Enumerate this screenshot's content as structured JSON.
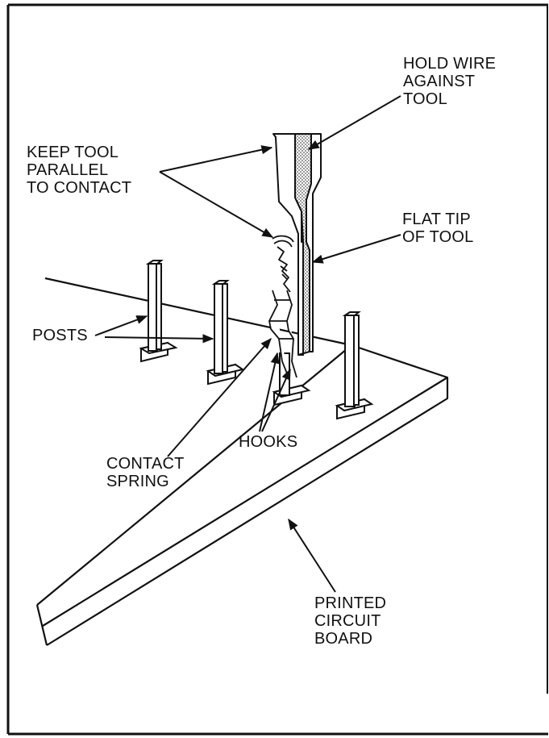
{
  "labels": {
    "hold_wire": "HOLD WIRE\nAGAINST\nTOOL",
    "keep_tool": "KEEP TOOL\nPARALLEL\nTO CONTACT",
    "flat_tip": "FLAT TIP\nOF TOOL",
    "posts": "POSTS",
    "hooks": "HOOKS",
    "contact_spring": "CONTACT\nSPRING",
    "printed_circuit_board": "PRINTED\nCIRCUIT\nBOARD"
  },
  "colors": {
    "ink": "#111111",
    "tool_fill": "#bfbfbf",
    "background": "#ffffff"
  }
}
